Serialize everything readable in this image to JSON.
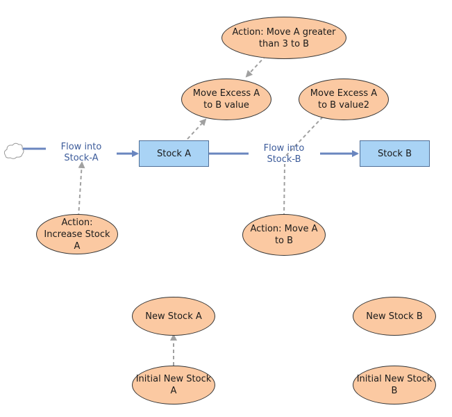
{
  "diagram": {
    "stocks": [
      {
        "id": "stock-a",
        "label": "Stock A"
      },
      {
        "id": "stock-b",
        "label": "Stock B"
      }
    ],
    "flows": [
      {
        "id": "flow-a",
        "label_line1": "Flow into",
        "label_line2": "Stock-A"
      },
      {
        "id": "flow-b",
        "label_line1": "Flow into",
        "label_line2": "Stock-B"
      }
    ],
    "variables": [
      {
        "id": "action-move-gt3",
        "label": "Action: Move A greater than 3 to B"
      },
      {
        "id": "move-excess",
        "label": "Move Excess A to B value"
      },
      {
        "id": "move-excess2",
        "label": "Move Excess A to B value2"
      },
      {
        "id": "action-increase",
        "label": "Action: Increase Stock A"
      },
      {
        "id": "action-move",
        "label": "Action: Move A to B"
      },
      {
        "id": "new-stock-a",
        "label": "New Stock A"
      },
      {
        "id": "new-stock-b",
        "label": "New Stock B"
      },
      {
        "id": "initial-a",
        "label": "Initial New Stock A"
      },
      {
        "id": "initial-b",
        "label": "Initial New Stock B"
      }
    ],
    "colors": {
      "stock_fill": "#a9d3f5",
      "aux_fill": "#fbc9a2",
      "flow_line": "#6a86bf",
      "link_line": "#a0a0a0",
      "flow_label": "#3c5b9a"
    },
    "icons": {
      "source": "cloud-icon"
    }
  }
}
